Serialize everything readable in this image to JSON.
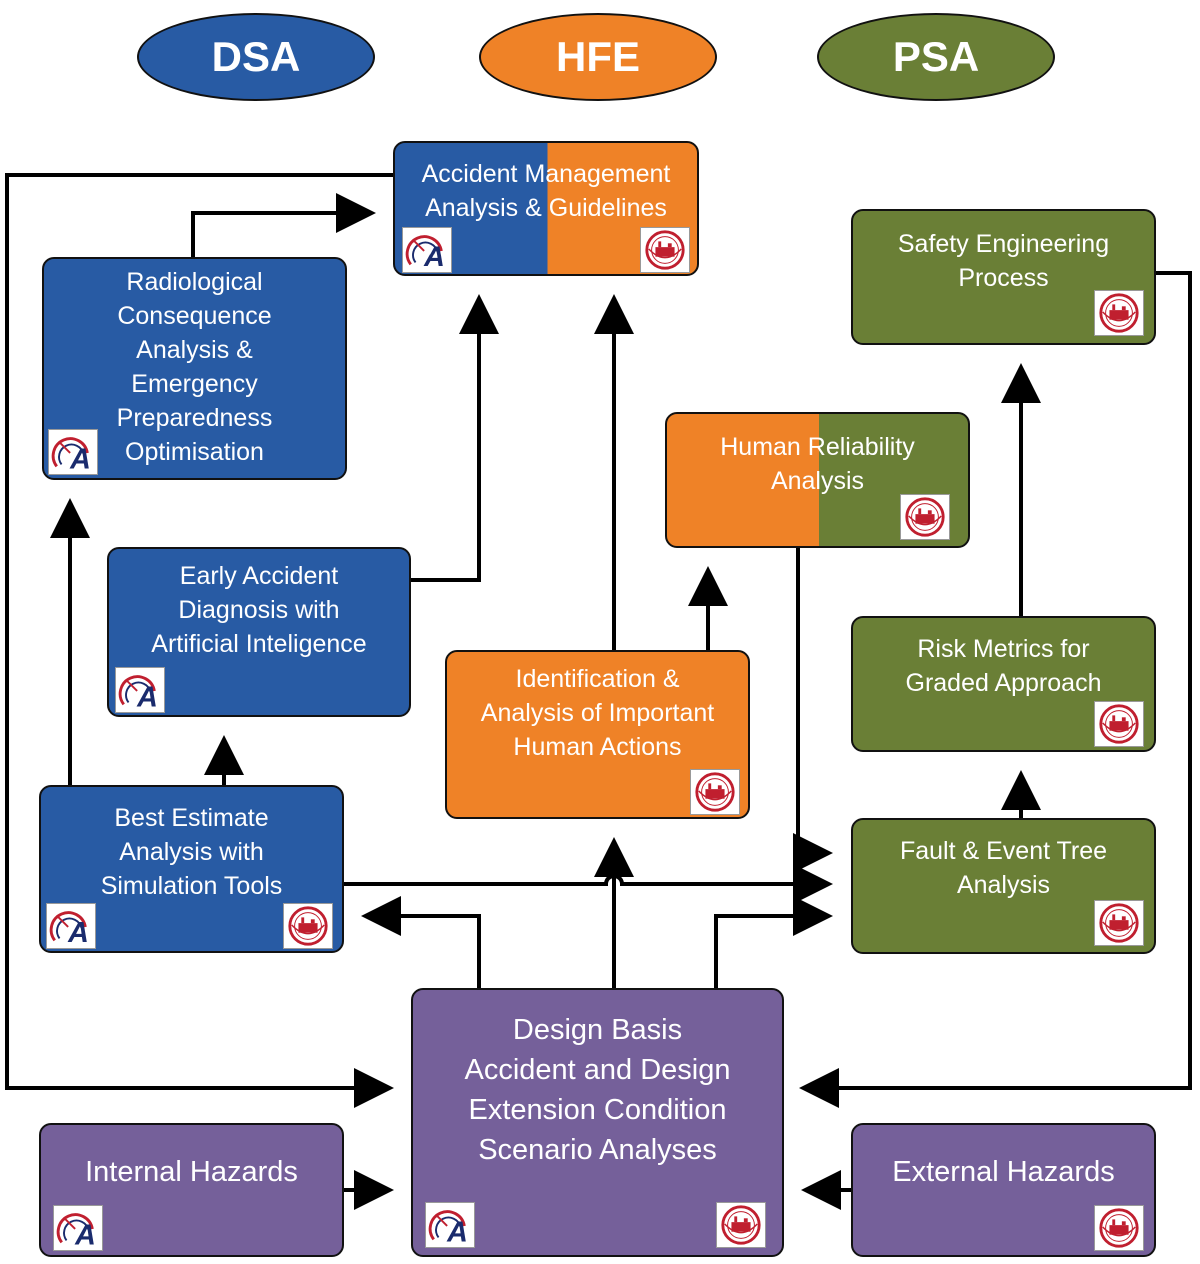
{
  "categories": {
    "dsa": {
      "label": "DSA",
      "color": "#285ba4"
    },
    "hfe": {
      "label": "HFE",
      "color": "#ef8227"
    },
    "psa": {
      "label": "PSA",
      "color": "#6a7f36"
    }
  },
  "boxes": {
    "accident_management": "Accident Management\nAnalysis & Guidelines",
    "radiological": "Radiological\nConsequence\nAnalysis &\nEmergency\nPreparedness\nOptimisation",
    "early_diagnosis": "Early Accident\nDiagnosis with\nArtificial Inteligence",
    "best_estimate": "Best Estimate\nAnalysis with\nSimulation Tools",
    "identification": "Identification &\nAnalysis of Important\nHuman Actions",
    "human_reliability": "Human Reliability\nAnalysis",
    "safety_engineering": "Safety Engineering\nProcess",
    "risk_metrics": "Risk Metrics for\nGraded Approach",
    "fault_event": "Fault & Event Tree\nAnalysis",
    "design_basis": "Design Basis\nAccident and Design\nExtension Condition\nScenario Analyses",
    "internal_hazards": "Internal Hazards",
    "external_hazards": "External Hazards"
  },
  "logos": {
    "dsa_logo_text": "A"
  },
  "colors": {
    "blue": "#285ba4",
    "orange": "#ef8227",
    "green": "#6a7f36",
    "purple": "#75609a"
  }
}
